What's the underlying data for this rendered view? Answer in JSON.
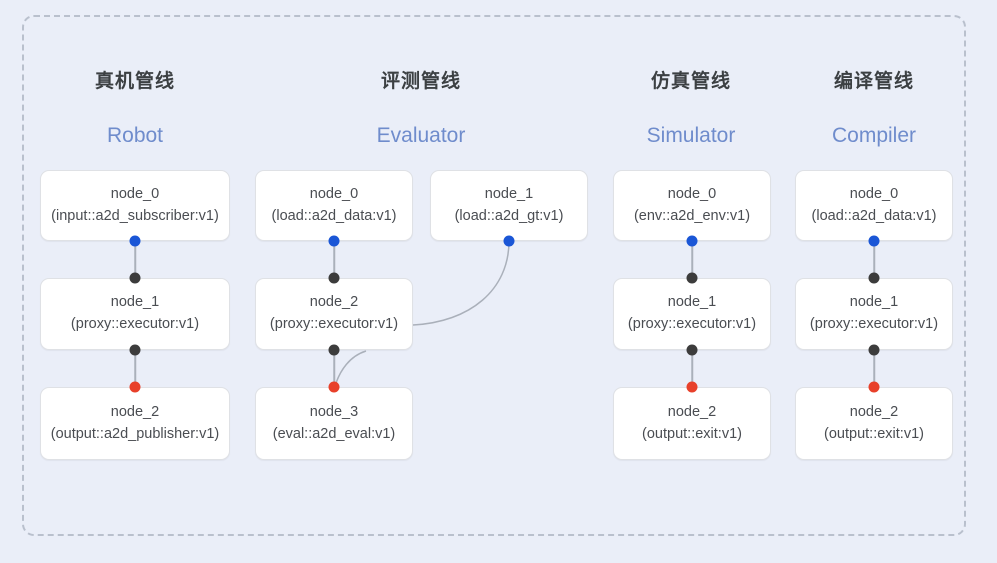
{
  "diagram": {
    "background_color": "#eaeef8",
    "container_border_color": "#b9c0cd",
    "port_colors": {
      "input": "#1a56d6",
      "middle": "#3c3c3c",
      "output": "#e8402a"
    },
    "edge_color": "#aab0ba"
  },
  "columns": [
    {
      "title_cn": "真机管线",
      "title_en": "Robot",
      "nodes": [
        {
          "id": "node_0",
          "type": "(input::a2d_subscriber:v1)"
        },
        {
          "id": "node_1",
          "type": "(proxy::executor:v1)"
        },
        {
          "id": "node_2",
          "type": "(output::a2d_publisher:v1)"
        }
      ]
    },
    {
      "title_cn": "评测管线",
      "title_en": "Evaluator",
      "nodes": [
        {
          "id": "node_0",
          "type": "(load::a2d_data:v1)"
        },
        {
          "id": "node_2",
          "type": "(proxy::executor:v1)"
        },
        {
          "id": "node_3",
          "type": "(eval::a2d_eval:v1)"
        }
      ],
      "side_nodes": [
        {
          "id": "node_1",
          "type": "(load::a2d_gt:v1)"
        }
      ]
    },
    {
      "title_cn": "仿真管线",
      "title_en": "Simulator",
      "nodes": [
        {
          "id": "node_0",
          "type": "(env::a2d_env:v1)"
        },
        {
          "id": "node_1",
          "type": "(proxy::executor:v1)"
        },
        {
          "id": "node_2",
          "type": "(output::exit:v1)"
        }
      ]
    },
    {
      "title_cn": "编译管线",
      "title_en": "Compiler",
      "nodes": [
        {
          "id": "node_0",
          "type": "(load::a2d_data:v1)"
        },
        {
          "id": "node_1",
          "type": "(proxy::executor:v1)"
        },
        {
          "id": "node_2",
          "type": "(output::exit:v1)"
        }
      ]
    }
  ]
}
